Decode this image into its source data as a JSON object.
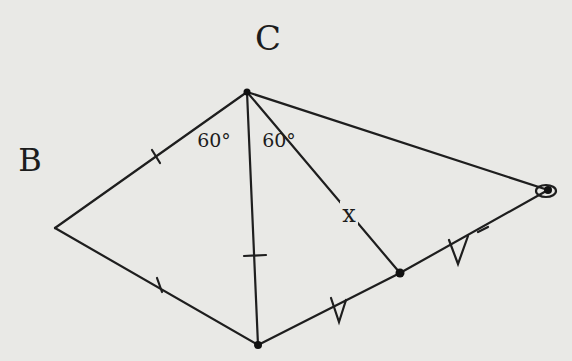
{
  "diagram": {
    "labels": [
      "B",
      "C",
      "60°",
      "60°",
      "x"
    ]
  }
}
